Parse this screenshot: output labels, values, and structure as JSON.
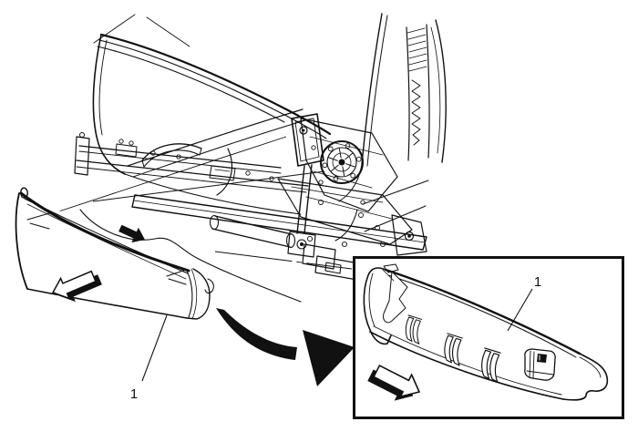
{
  "diagram": {
    "background": "#ffffff",
    "line_color": "#111111",
    "callouts": {
      "main": {
        "label": "1"
      },
      "inset": {
        "label": "1"
      }
    },
    "arrows": [
      {
        "name": "panel-slide-left-arrow",
        "style": "outline-3d",
        "direction": "left"
      },
      {
        "name": "panel-push-right-arrow",
        "style": "solid",
        "direction": "right"
      },
      {
        "name": "flip-to-inset-arrow",
        "style": "solid-curved",
        "direction": "down-right"
      },
      {
        "name": "inset-slide-right-arrow",
        "style": "outline-3d",
        "direction": "right"
      }
    ]
  }
}
